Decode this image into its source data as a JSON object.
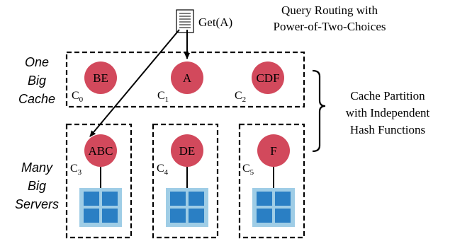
{
  "query": {
    "label": "Get(A)",
    "caption_line1": "Query Routing with",
    "caption_line2": "Power-of-Two-Choices",
    "icon": "document-icon"
  },
  "cache_layer": {
    "label_lines": [
      "One",
      "Big",
      "Cache"
    ],
    "nodes": [
      {
        "keys": "BE",
        "id_main": "C",
        "id_sub": "0"
      },
      {
        "keys": "A",
        "id_main": "C",
        "id_sub": "1"
      },
      {
        "keys": "CDF",
        "id_main": "C",
        "id_sub": "2"
      }
    ]
  },
  "server_layer": {
    "label_lines": [
      "Many",
      "Big",
      "Servers"
    ],
    "nodes": [
      {
        "keys": "ABC",
        "id_main": "C",
        "id_sub": "3",
        "icon": "server-grid-icon"
      },
      {
        "keys": "DE",
        "id_main": "C",
        "id_sub": "4",
        "icon": "server-grid-icon"
      },
      {
        "keys": "F",
        "id_main": "C",
        "id_sub": "5",
        "icon": "server-grid-icon"
      }
    ]
  },
  "partition_note": {
    "lines": [
      "Cache Partition",
      "with Independent",
      "Hash Functions"
    ]
  },
  "colors": {
    "node_fill": "#d2495c",
    "server_tile": "#2a7fc4",
    "server_bg": "#9fcde6",
    "stroke": "#000000"
  }
}
